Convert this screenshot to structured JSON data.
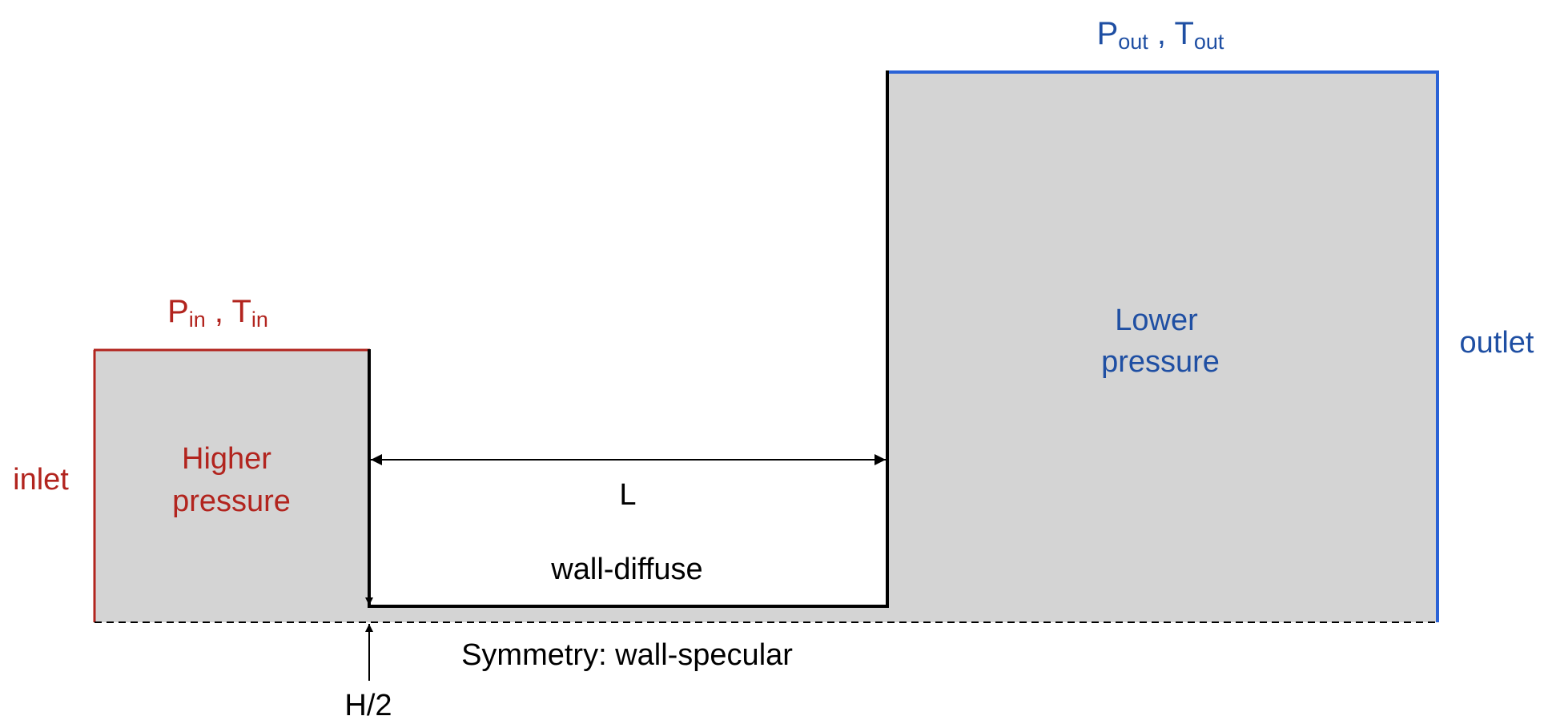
{
  "colors": {
    "inlet": "#b2241e",
    "outlet": "#1f4fa3",
    "outlet_line": "#2a62d6",
    "region_fill": "#d4d4d4",
    "wall": "#000000"
  },
  "inlet": {
    "side_label": "inlet",
    "pressure_symbol": "P",
    "pressure_sub": "in",
    "separator": ",",
    "temperature_symbol": "T",
    "temperature_sub": "in",
    "region_label_line1": "Higher",
    "region_label_line2": "pressure"
  },
  "outlet": {
    "side_label": "outlet",
    "pressure_symbol": "P",
    "pressure_sub": "out",
    "separator": ",",
    "temperature_symbol": "T",
    "temperature_sub": "out",
    "region_label_line1": "Lower",
    "region_label_line2": "pressure"
  },
  "channel": {
    "length_label": "L",
    "wall_label": "wall-diffuse",
    "half_height_label": "H/2"
  },
  "symmetry": {
    "label": "Symmetry: wall-specular"
  }
}
